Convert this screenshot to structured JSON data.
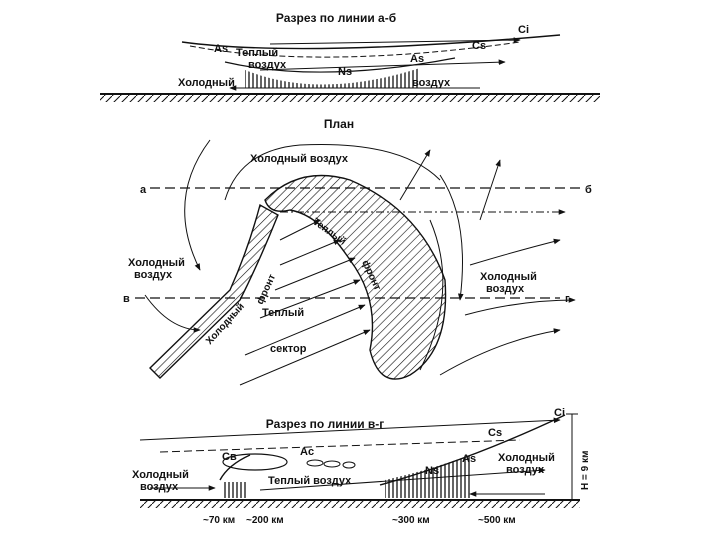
{
  "top_section": {
    "title": "Разрез по линии а-б",
    "labels": {
      "ci": "Ci",
      "cs": "Cs",
      "as_left": "As",
      "as_right": "As",
      "ns": "Ns",
      "warm_1": "Теплый",
      "warm_2": "воздух",
      "cold_left": "Холодный",
      "cold_right": "воздух"
    }
  },
  "plan_section": {
    "title": "План",
    "labels": {
      "cold_air_top": "Холодный воздух",
      "line_a": "а",
      "line_b": "б",
      "line_v": "в",
      "line_g": "г",
      "cold_air_left_1": "Холодный",
      "cold_air_left_2": "воздух",
      "cold_air_right_1": "Холодный",
      "cold_air_right_2": "воздух",
      "cold_front_1": "Холодный",
      "cold_front_2": "фронт",
      "warm_front_1": "Теплый",
      "warm_front_2": "фронт",
      "warm_sector_1": "Теплый",
      "warm_sector_2": "сектор"
    }
  },
  "bottom_section": {
    "title": "Разрез по линии в-г",
    "labels": {
      "ci": "Ci",
      "cs": "Cs",
      "cb": "Cв",
      "ac": "Ac",
      "ns": "Ns",
      "as": "As",
      "cold_left_1": "Холодный",
      "cold_left_2": "воздух",
      "warm_air": "Теплый воздух",
      "cold_right_1": "Холодный",
      "cold_right_2": "воздух",
      "height": "H = 9 км"
    },
    "distances": [
      "~70 км",
      "~200 км",
      "~300 км",
      "~500 км"
    ]
  }
}
